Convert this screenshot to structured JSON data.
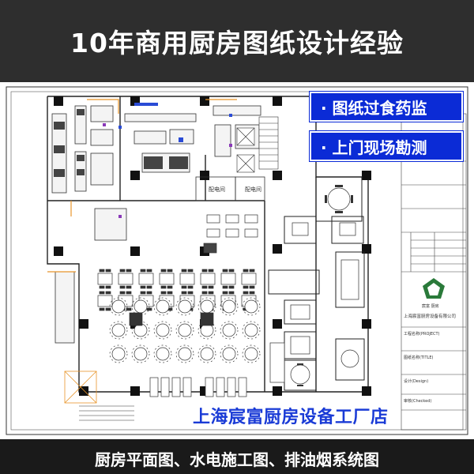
{
  "header": {
    "title": "10年商用厨房图纸设计经验"
  },
  "badges": [
    {
      "label": "· 图纸过食药监"
    },
    {
      "label": "· 上门现场勘测"
    }
  ],
  "plan": {
    "room_labels": [
      "配电间",
      "配电间"
    ],
    "title_block": {
      "company": "上海宸富厨房设备有限公司",
      "logo_text": "宸富 厨房",
      "project_label": "工程名称(PROJECT)",
      "drawing_label": "图纸名称(TITLE)",
      "design_label": "设计(Design)",
      "check_label": "审核(Checked)"
    }
  },
  "footer": {
    "shop_name": "上海宸富厨房设备工厂店",
    "services": "厨房平面图、水电施工图、排油烟系统图"
  }
}
